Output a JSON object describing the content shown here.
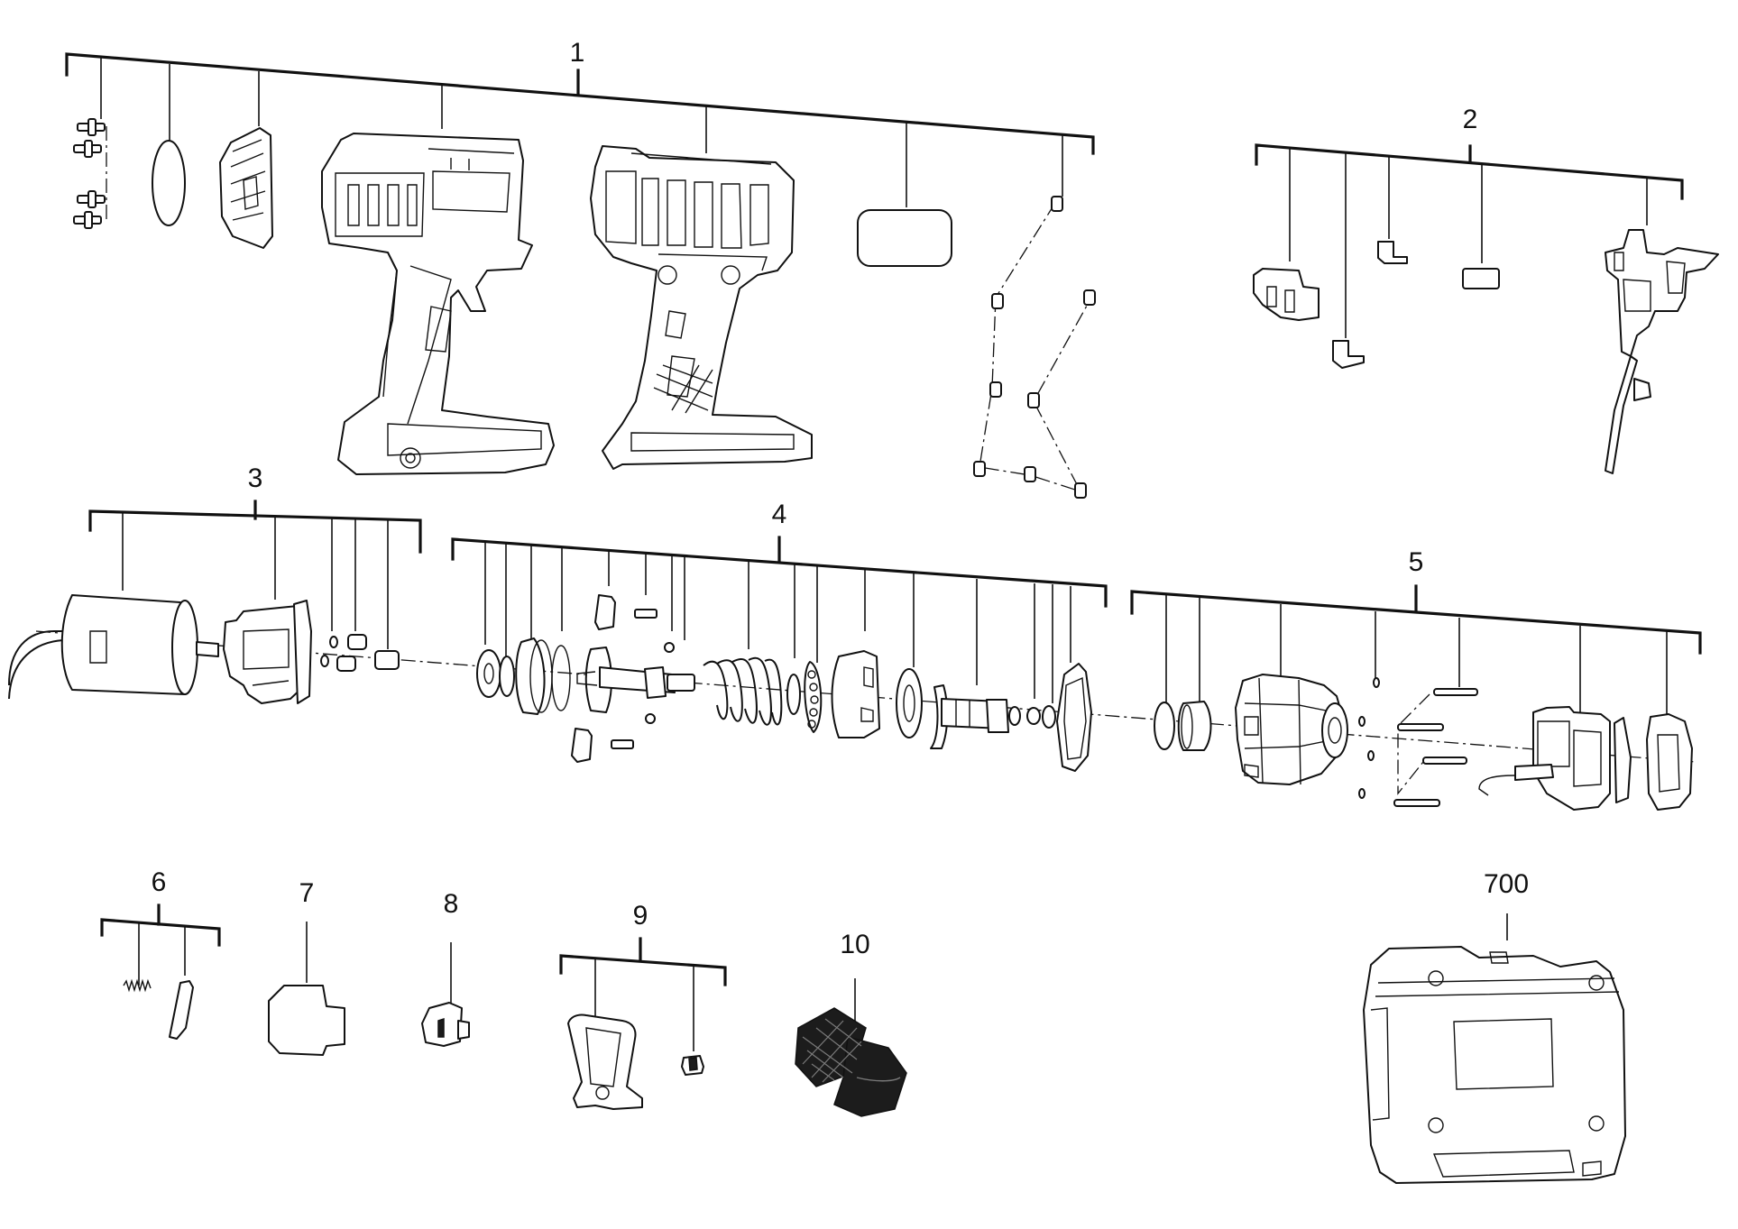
{
  "assemblies": [
    {
      "id": "1",
      "label": "1"
    },
    {
      "id": "2",
      "label": "2"
    },
    {
      "id": "3",
      "label": "3"
    },
    {
      "id": "4",
      "label": "4"
    },
    {
      "id": "5",
      "label": "5"
    },
    {
      "id": "6",
      "label": "6"
    },
    {
      "id": "7",
      "label": "7"
    },
    {
      "id": "8",
      "label": "8"
    },
    {
      "id": "9",
      "label": "9"
    },
    {
      "id": "10",
      "label": "10"
    },
    {
      "id": "700",
      "label": "700"
    }
  ]
}
